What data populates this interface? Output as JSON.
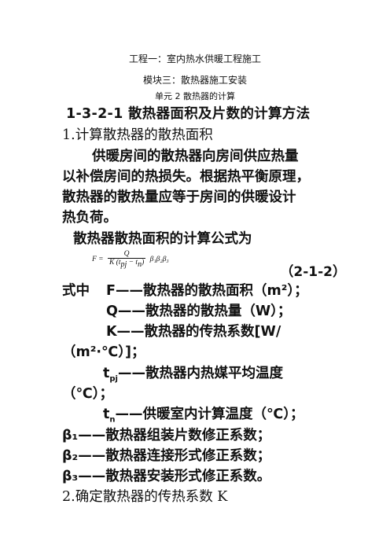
{
  "header": {
    "project": "工程一：室内热水供暖工程施工",
    "module": "模块三：散热器施工安装",
    "unit": "单元 2   散热器的计算"
  },
  "section_title": "1-3-2-1 散热器面积及片数的计算方法",
  "sub1": "1.计算散热器的散热面积",
  "para1": {
    "line1": "供暖房间的散热器向房间供应热量",
    "line2": "以补偿房间的热损失。根据热平衡原理，",
    "line3": "散热器的散热量应等于房间的供暖设计",
    "line4": "热负荷。"
  },
  "formula_intro": "散热器散热面积的计算公式为",
  "formula": {
    "lhs": "F =",
    "numerator": "Q",
    "denominator": "K (t",
    "den_sub1": "pj",
    "den_mid": " − t",
    "den_sub2": "n",
    "den_end": ")",
    "betas": "β₁β₂β₃"
  },
  "equation_number": "（2-1-2）",
  "defs": {
    "prefix": "式中",
    "F": "F——散热器的散热面积（m²）；",
    "Q": "Q——散热器的散热量（W）；",
    "K_a": "K——散热器的传热系数[W/",
    "K_b": "（m²·℃）]；",
    "tpj_sym": "t",
    "tpj_sub": "pj",
    "tpj_a": "——散热器内热媒平均温度",
    "tpj_b": "（℃）；",
    "tn_sym": "t",
    "tn_sub": "n",
    "tn_text": "——供暖室内计算温度（℃）；",
    "b1": "β₁——散热器组装片数修正系数；",
    "b2": "β₂——散热器连接形式修正系数；",
    "b3": "β₃——散热器安装形式修正系数。"
  },
  "sub2": "2.确定散热器的传热系数 K"
}
